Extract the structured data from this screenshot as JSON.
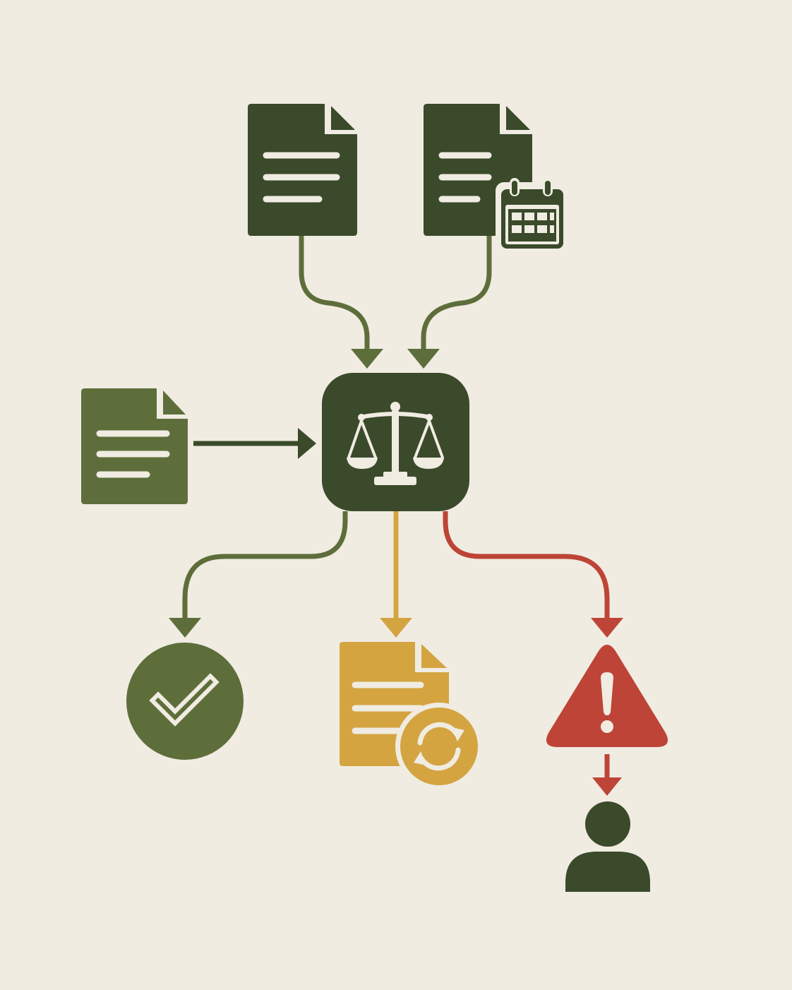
{
  "colors": {
    "background": "#F0ECE2",
    "dark_green": "#3A4A2A",
    "olive_green": "#5E6E3B",
    "mustard": "#D4A441",
    "red": "#BD4436",
    "cream": "#F0ECE2"
  },
  "nodes": [
    {
      "id": "source-document",
      "icon": "document-icon"
    },
    {
      "id": "dated-document",
      "icon": "document-with-calendar-icon"
    },
    {
      "id": "side-input-document",
      "icon": "document-icon"
    },
    {
      "id": "evaluation-hub",
      "icon": "scales-of-justice-icon"
    },
    {
      "id": "approved-outcome",
      "icon": "checkmark-circle-icon"
    },
    {
      "id": "revision-outcome",
      "icon": "document-refresh-icon"
    },
    {
      "id": "escalation-outcome",
      "icon": "warning-triangle-icon"
    },
    {
      "id": "human-reviewer",
      "icon": "person-icon"
    }
  ],
  "edges": [
    {
      "from": "source-document",
      "to": "evaluation-hub",
      "color": "olive_green"
    },
    {
      "from": "dated-document",
      "to": "evaluation-hub",
      "color": "olive_green"
    },
    {
      "from": "side-input-document",
      "to": "evaluation-hub",
      "color": "dark_green"
    },
    {
      "from": "evaluation-hub",
      "to": "approved-outcome",
      "color": "olive_green"
    },
    {
      "from": "evaluation-hub",
      "to": "revision-outcome",
      "color": "mustard"
    },
    {
      "from": "evaluation-hub",
      "to": "escalation-outcome",
      "color": "red"
    },
    {
      "from": "escalation-outcome",
      "to": "human-reviewer",
      "color": "red"
    }
  ]
}
